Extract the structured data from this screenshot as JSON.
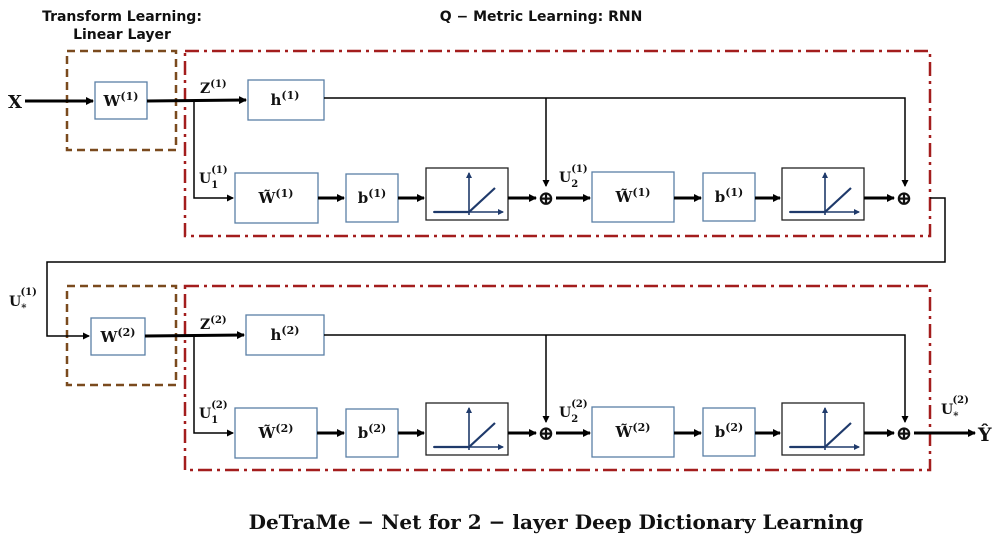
{
  "headers": {
    "transform_learning_line1": "Transform Learning:",
    "transform_learning_line2": "Linear Layer",
    "metric_learning": "Q − Metric Learning:  RNN"
  },
  "inputs": {
    "x": "X"
  },
  "output": {
    "y": "Ŷ"
  },
  "layer1": {
    "w": {
      "base": "W",
      "sup": "(1)"
    },
    "z": {
      "base": "Z",
      "sup": "(1)"
    },
    "h": {
      "base": "h",
      "sup": "(1)"
    },
    "u1": {
      "base": "U",
      "sub": "1",
      "sup": "(1)"
    },
    "wt": {
      "base": "W̃",
      "sup": "(1)"
    },
    "b": {
      "base": "b",
      "sup": "(1)"
    },
    "u2": {
      "base": "U",
      "sub": "2",
      "sup": "(1)"
    },
    "wt2": {
      "base": "W̃",
      "sup": "(1)"
    },
    "b2": {
      "base": "b",
      "sup": "(1)"
    },
    "ustar": {
      "base": "U",
      "sub": "*",
      "sup": "(1)"
    }
  },
  "layer2": {
    "w": {
      "base": "W",
      "sup": "(2)"
    },
    "z": {
      "base": "Z",
      "sup": "(2)"
    },
    "h": {
      "base": "h",
      "sup": "(2)"
    },
    "u1": {
      "base": "U",
      "sub": "1",
      "sup": "(2)"
    },
    "wt": {
      "base": "W̃",
      "sup": "(2)"
    },
    "b": {
      "base": "b",
      "sup": "(2)"
    },
    "u2": {
      "base": "U",
      "sub": "2",
      "sup": "(2)"
    },
    "wt2": {
      "base": "W̃",
      "sup": "(2)"
    },
    "b2": {
      "base": "b",
      "sup": "(2)"
    },
    "ustar": {
      "base": "U",
      "sub": "*",
      "sup": "(2)"
    }
  },
  "sum_symbol": "⊕",
  "caption": "DeTraMe − Net  for 2 − layer Deep Dictionary Learning",
  "colors": {
    "transform_border": "#7a4a1e",
    "metric_border": "#a31d1d",
    "box_border": "#5b7fa6",
    "activation_plot": "#1f3a6b"
  }
}
